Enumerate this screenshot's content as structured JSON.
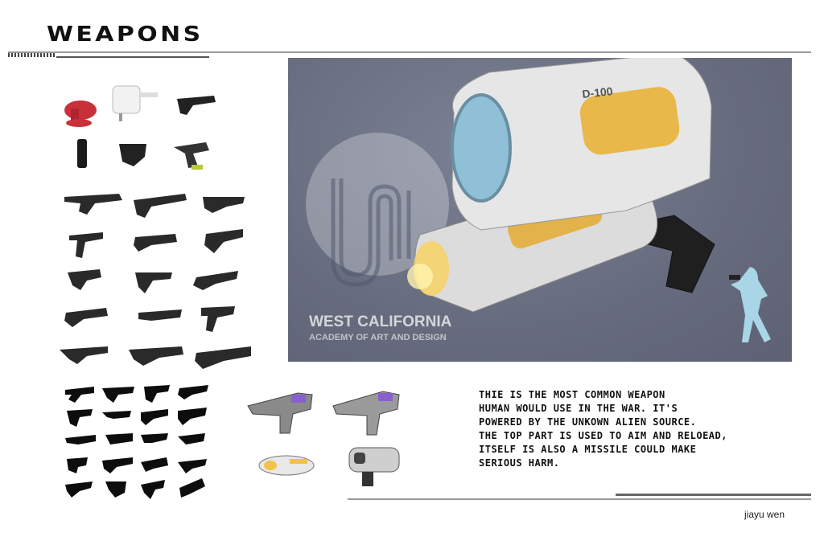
{
  "header": {
    "title": "WEAPONS"
  },
  "concept_art": {
    "model_label": "D-100",
    "watermark_name": "WEST CALIFORNIA",
    "watermark_sub": "ACADEMY OF ART AND DESIGN"
  },
  "description": {
    "lines": [
      "THIE IS THE MOST COMMON WEAPON",
      "HUMAN WOULD USE IN THE WAR. IT'S",
      "POWERED BY THE UNKOWN ALIEN SOURCE.",
      "THE TOP PART IS USED TO AIM AND RELOEAD,",
      "ITSELF IS ALSO A MISSILE COULD MAKE",
      "SERIOUS HARM."
    ]
  },
  "footer": {
    "author": "jiayu wen"
  },
  "colors": {
    "background": "#ffffff",
    "panel": "#6a6f82",
    "accent_yellow": "#e8b84a",
    "lens_blue": "#8fc0d8",
    "silhouette_blue": "#a9d6e6"
  }
}
